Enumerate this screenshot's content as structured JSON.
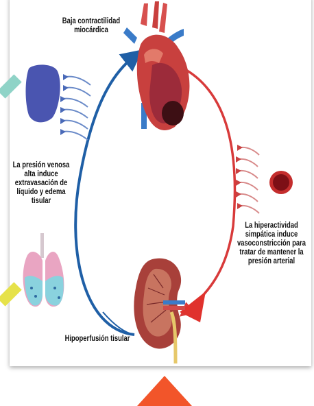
{
  "diagram": {
    "label_top": [
      "Baja contractilidad",
      "miocárdica"
    ],
    "label_left": [
      "La presión venosa",
      "alta induce",
      "extravasación de",
      "líquido y edema",
      "tisular"
    ],
    "label_right": [
      "La hiperactividad",
      "simpática induce",
      "vasoconstricción para",
      "tratar de mantener la",
      "presión arterial"
    ],
    "label_bottom": "Hipoperfusión tisular"
  },
  "colors": {
    "blue_arrow": "#1f5fa6",
    "red_arrow": "#d83a3a",
    "bottom_arrow": "#f2552a",
    "left_tab_top": "#8fd3c7",
    "left_tab_bottom": "#e6e24a"
  }
}
